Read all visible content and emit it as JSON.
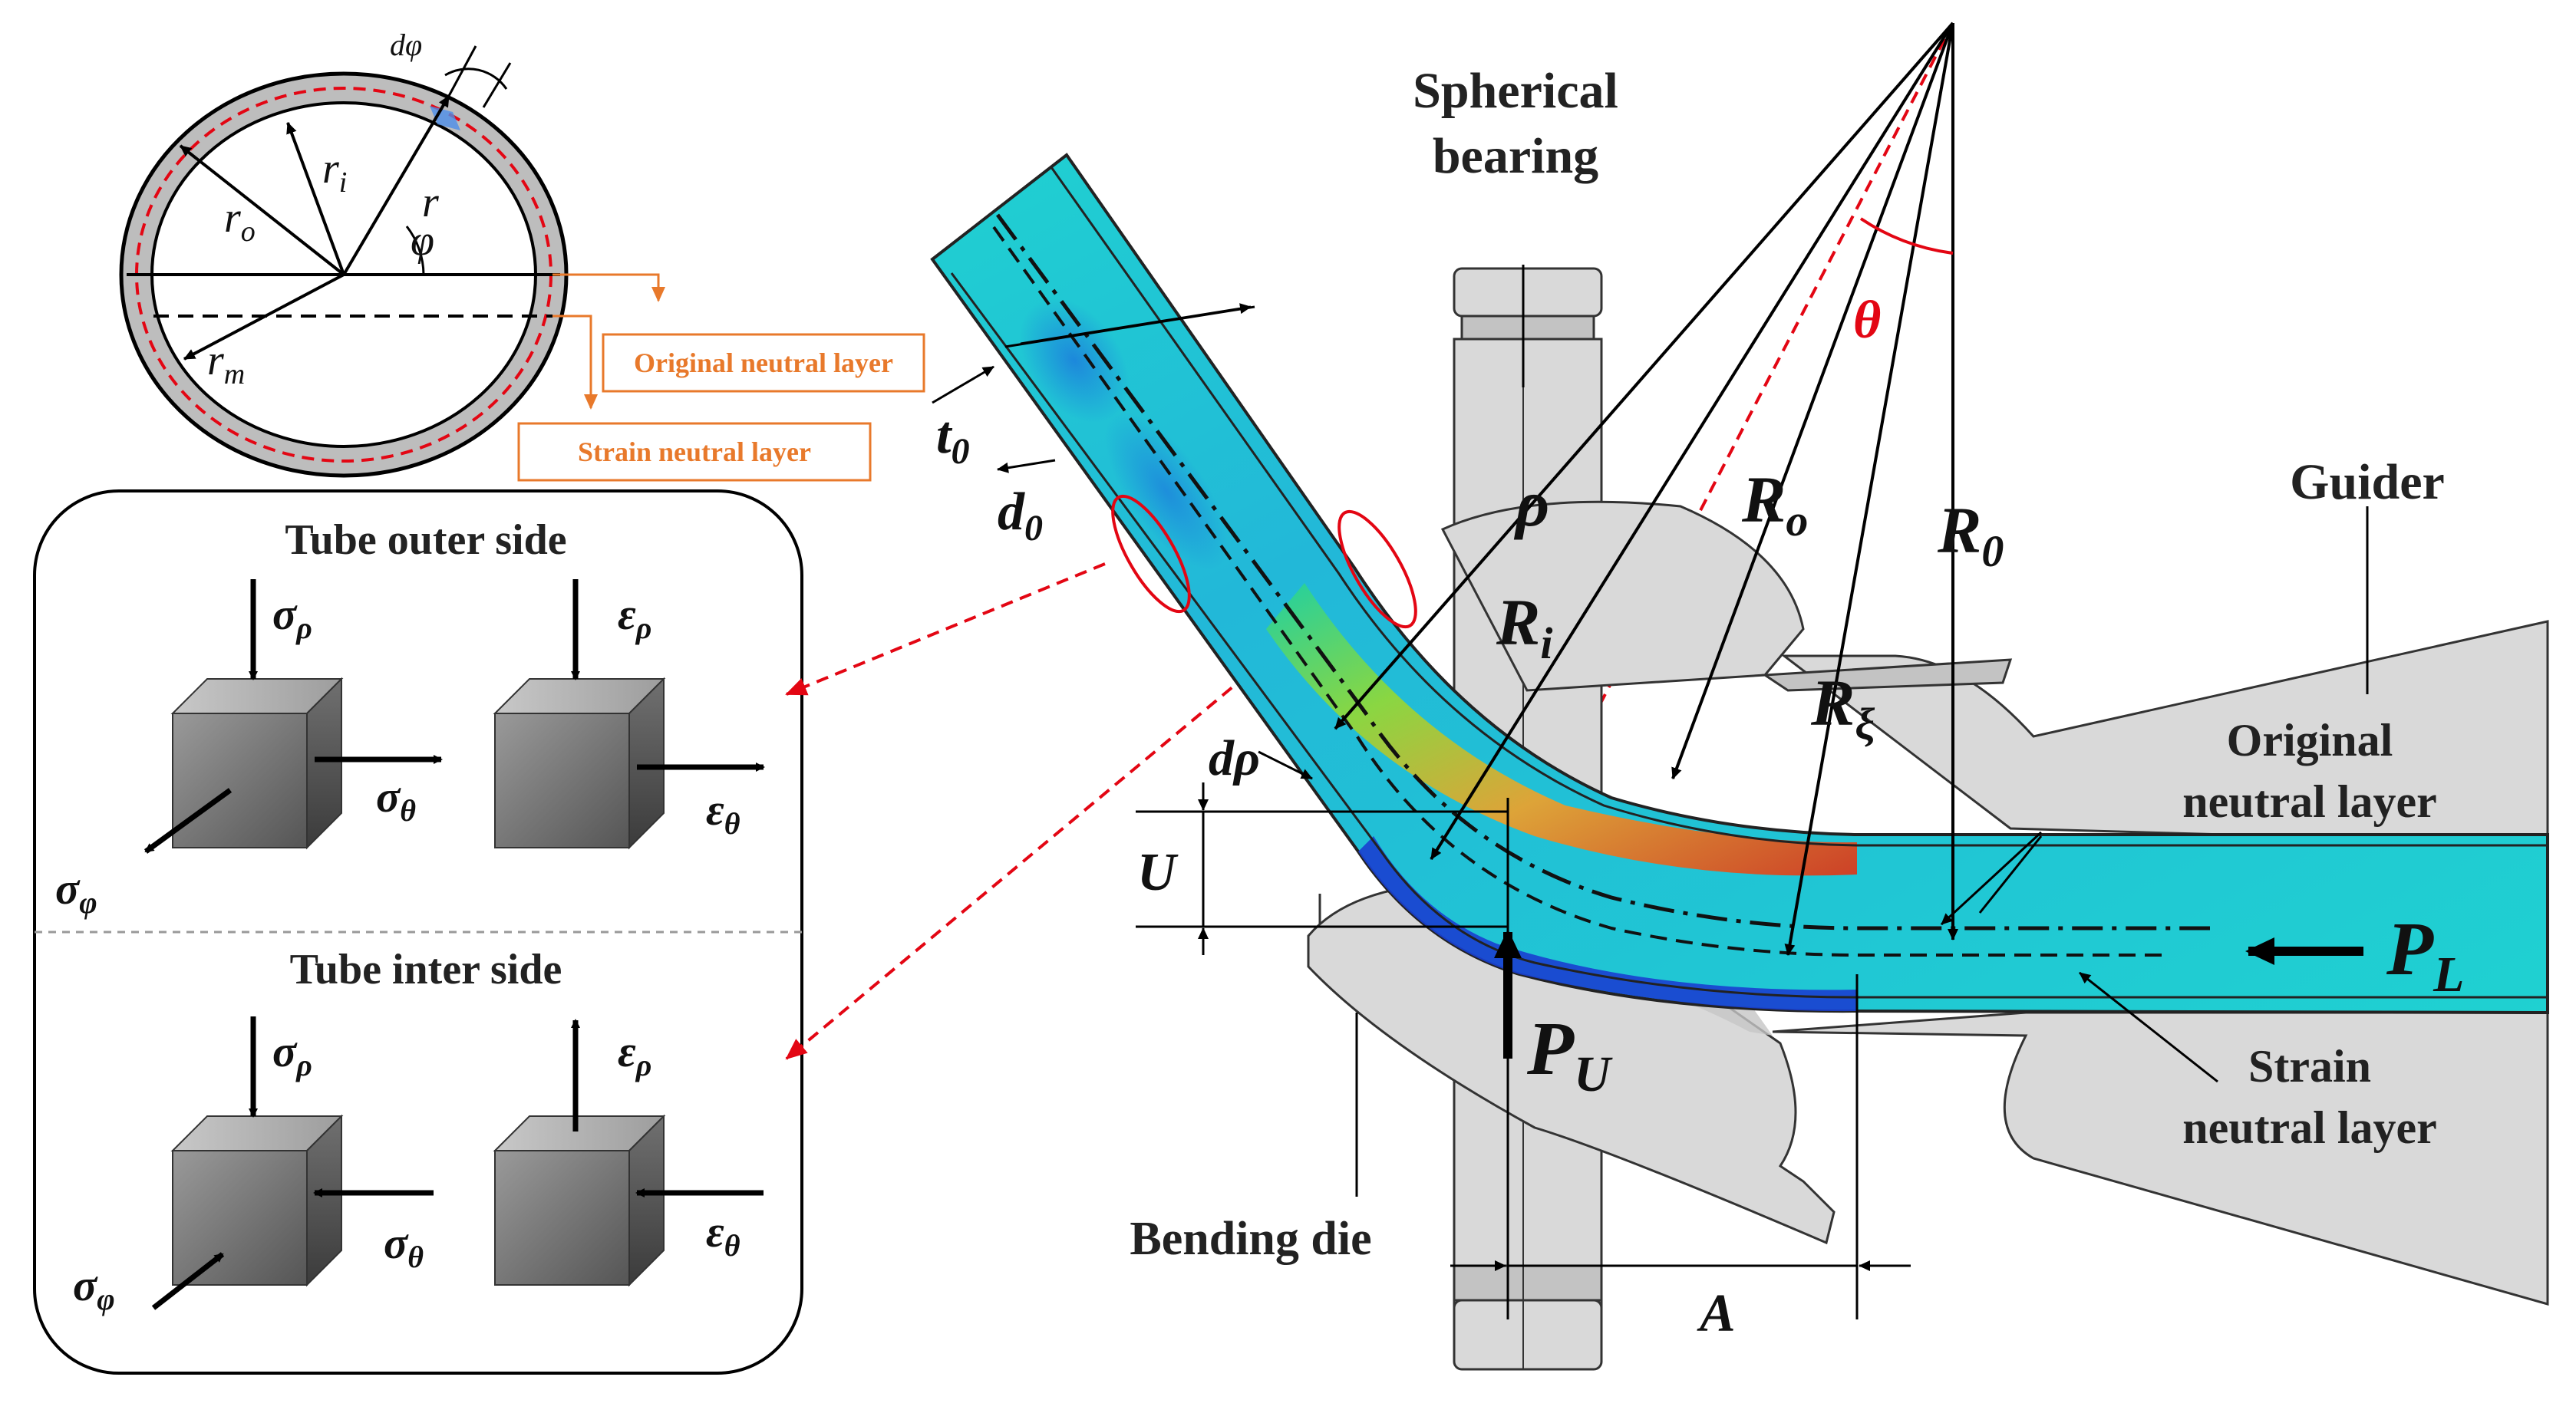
{
  "cross_section": {
    "d_phi": "dφ",
    "r_o": "r",
    "r_o_sub": "o",
    "r_i": "r",
    "r_i_sub": "i",
    "r": "r",
    "phi": "φ",
    "r_m": "r",
    "r_m_sub": "m",
    "original_layer_label": "Original neutral layer",
    "strain_layer_label": "Strain neutral layer"
  },
  "stress_panel": {
    "outer_title": "Tube outer side",
    "inner_title": "Tube inter side",
    "sigma_rho": "σ",
    "sigma_theta": "σ",
    "sigma_phi": "σ",
    "eps_rho": "ε",
    "eps_theta": "ε",
    "sub_rho": "ρ",
    "sub_theta": "θ",
    "sub_phi": "φ"
  },
  "main": {
    "spherical_bearing": [
      "Spherical",
      "bearing"
    ],
    "guider": "Guider",
    "original_neutral": [
      "Original",
      "neutral layer"
    ],
    "strain_neutral": [
      "Strain",
      "neutral layer"
    ],
    "bending_die": "Bending die",
    "theta": "θ",
    "rho": "ρ",
    "R_i": "R",
    "R_i_sub": "i",
    "R_o": "R",
    "R_o_sub": "o",
    "R_0": "R",
    "R_0_sub": "0",
    "R_xi": "R",
    "R_xi_sub": "ξ",
    "t_0": "t",
    "t_0_sub": "0",
    "d_0": "d",
    "d_0_sub": "0",
    "d_rho": "dρ",
    "U": "U",
    "A": "A",
    "P_U": "P",
    "P_U_sub": "U",
    "P_L": "P",
    "P_L_sub": "L"
  },
  "colors": {
    "accent_red": "#e30613",
    "orange": "#e8792b",
    "tube_cyan": "#1fd1d1",
    "tube_blue": "#1a5fe0",
    "tube_red": "#d63a1e",
    "die_gray": "#d9d9d9"
  }
}
